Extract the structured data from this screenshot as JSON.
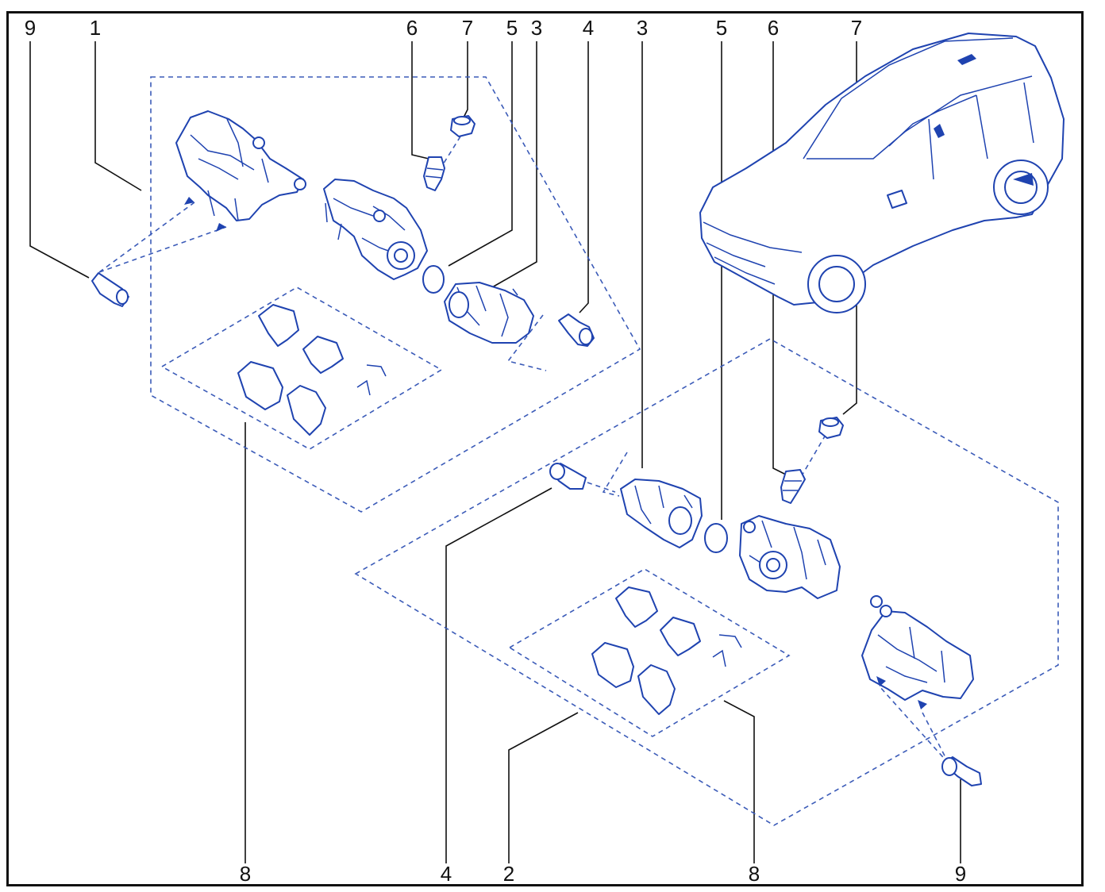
{
  "diagram": {
    "callouts_left": [
      "9",
      "1",
      "6",
      "7",
      "5",
      "3",
      "4"
    ],
    "callouts_right_top": [
      "3",
      "5",
      "6",
      "7"
    ],
    "callouts_bottom": [
      "8",
      "4",
      "2",
      "8",
      "9"
    ],
    "colors": {
      "line": "#1f43b0",
      "dashed": "#3b5bb8",
      "text": "#111111",
      "frame": "#111111"
    }
  }
}
